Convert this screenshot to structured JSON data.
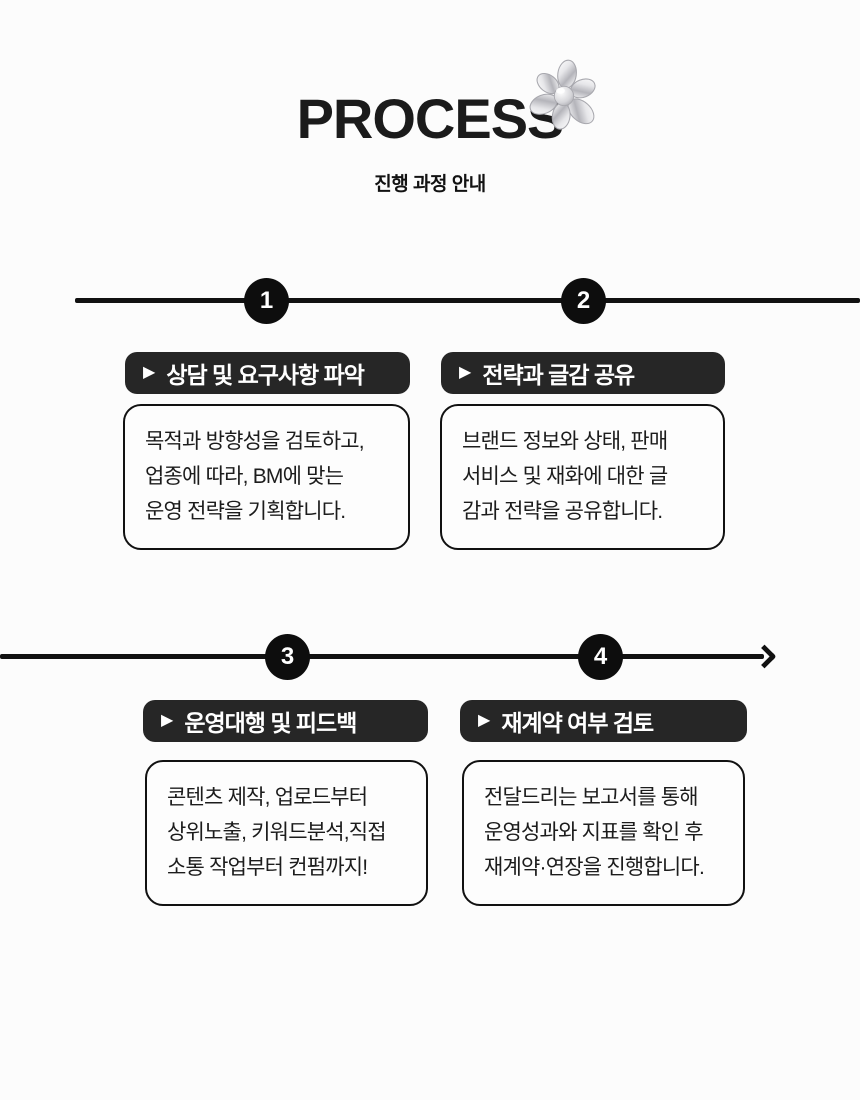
{
  "page": {
    "title": "PROCESS",
    "subtitle": "진행 과정 안내"
  },
  "icons": {
    "play": "▶",
    "flower": "chrome-flower-asterisk"
  },
  "steps": [
    {
      "number": "1",
      "title": "상담 및 요구사항 파악",
      "body": "목적과 방향성을 검토하고,\n업종에 따라, BM에 맞는\n운영 전략을 기획합니다."
    },
    {
      "number": "2",
      "title": "전략과 글감 공유",
      "body": "브랜드 정보와 상태, 판매\n서비스 및 재화에 대한 글\n감과 전략을 공유합니다."
    },
    {
      "number": "3",
      "title": "운영대행 및 피드백",
      "body": "콘텐츠 제작, 업로드부터\n상위노출, 키워드분석,직접\n소통 작업부터 컨펌까지!"
    },
    {
      "number": "4",
      "title": "재계약 여부 검토",
      "body": "전달드리는 보고서를 통해\n운영성과와 지표를 확인 후\n재계약·연장을 진행합니다."
    }
  ],
  "colors": {
    "background": "#fcfcfc",
    "pill_background": "#262626",
    "pill_text": "#ffffff",
    "timeline": "#111111",
    "card_border": "#111111",
    "body_text": "#1c1c1c"
  }
}
